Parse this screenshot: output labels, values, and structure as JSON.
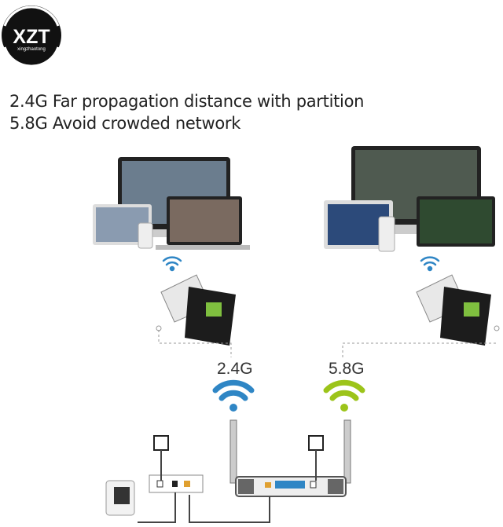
{
  "logo": {
    "brand": "XZT",
    "subtitle": "xingzhaotong"
  },
  "headline": {
    "line1": "2.4G Far propagation distance with partition",
    "line2": "5.8G Avoid crowded network"
  },
  "bands": [
    {
      "label": "2.4G",
      "color": "#2f86c5"
    },
    {
      "label": "5.8G",
      "color": "#9cc41a"
    }
  ],
  "colors": {
    "cable": "#444444",
    "dongle": "#1c1c1c"
  }
}
